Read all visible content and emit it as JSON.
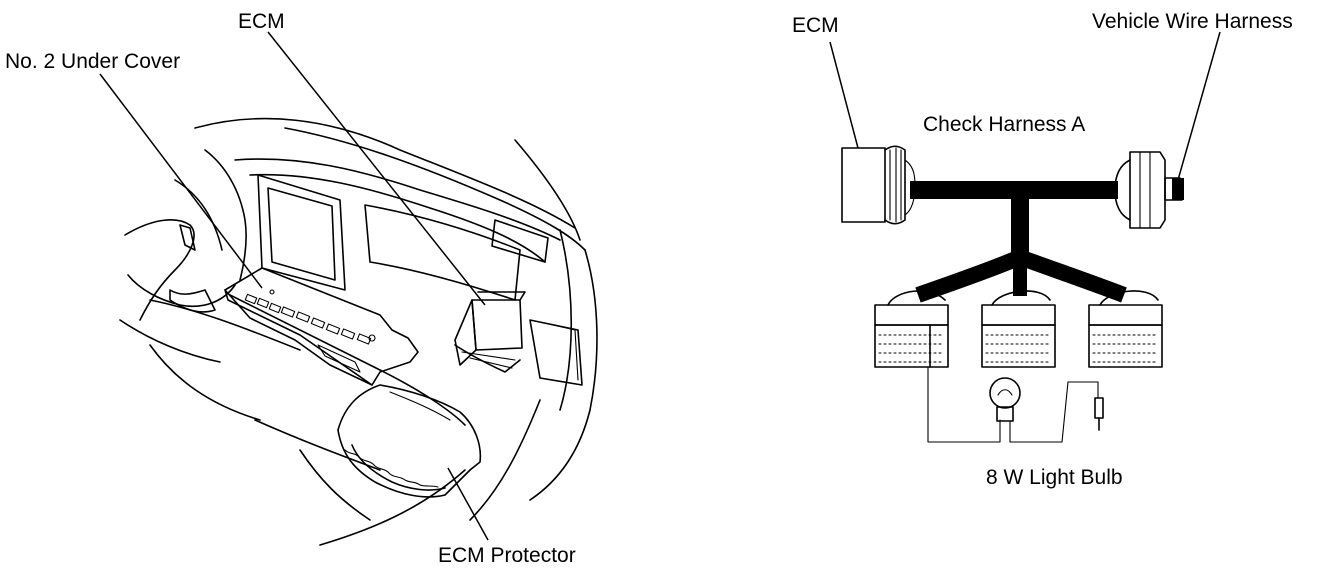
{
  "left_figure": {
    "labels": {
      "ecm": "ECM",
      "under_cover": "No. 2 Under Cover",
      "protector": "ECM Protector"
    }
  },
  "right_figure": {
    "labels": {
      "ecm": "ECM",
      "wire_harness": "Vehicle Wire Harness",
      "check_harness": "Check Harness A",
      "bulb": "8 W Light Bulb"
    }
  }
}
